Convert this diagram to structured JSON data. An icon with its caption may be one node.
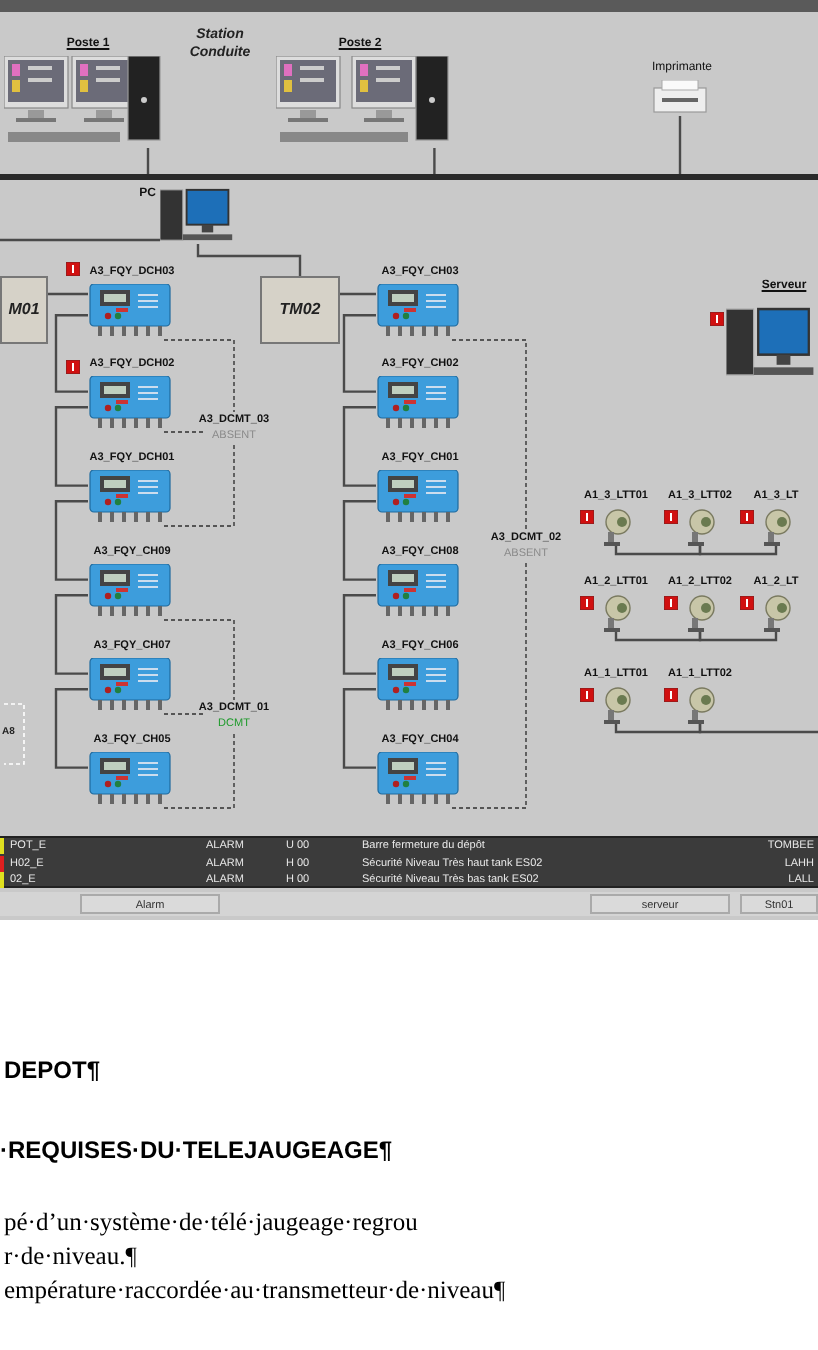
{
  "diagram": {
    "nodes": [
      {
        "text": [
          "Poste 1"
        ]
      },
      {
        "text": [
          "Poste 2"
        ]
      },
      {
        "text": [
          "Imprimante"
        ]
      },
      {
        "text": [],
        "shape": "bar"
      },
      {
        "text": [
          "PC"
        ]
      },
      {
        "text": [
          "M01"
        ]
      },
      {
        "text": [
          "TM02"
        ]
      },
      {
        "text": [
          "Serveur"
        ]
      },
      {
        "text": [
          "A3_FQY_DCH03"
        ]
      },
      {
        "text": [
          "A3_FQY_DCH02"
        ]
      },
      {
        "text": [
          "A3_FQY_DCH01"
        ]
      },
      {
        "text": [
          "A3_FQY_CH09"
        ]
      },
      {
        "text": [
          "A3_FQY_CH07"
        ]
      },
      {
        "text": [
          "A3_FQY_CH05"
        ]
      },
      {
        "text": [
          "A3_FQY_CH03"
        ]
      },
      {
        "text": [
          "A3_FQY_CH02"
        ]
      },
      {
        "text": [
          "A3_FQY_CH01"
        ]
      },
      {
        "text": [
          "A3_FQY_CH08"
        ]
      },
      {
        "text": [
          "A3_FQY_CH06"
        ]
      },
      {
        "text": [
          "A3_FQY_CH04"
        ]
      },
      {
        "text": [
          "A3_DCMT_03",
          "ABSENT"
        ]
      },
      {
        "text": [
          "A3_DCMT_01",
          "DCMT"
        ]
      },
      {
        "text": [
          "A3_DCMT_02",
          "ABSENT"
        ]
      },
      {
        "text": [
          "A1_3_LTT01"
        ]
      },
      {
        "text": [
          "A1_3_LTT02"
        ]
      },
      {
        "text": [
          "A1_3_LT"
        ]
      },
      {
        "text": [
          "A1_2_LTT01"
        ]
      },
      {
        "text": [
          "A1_2_LTT02"
        ]
      },
      {
        "text": [
          "A1_2_LT"
        ]
      },
      {
        "text": [
          "A1_1_LTT01"
        ]
      },
      {
        "text": [
          "A1_1_LTT02"
        ]
      }
    ],
    "edges": [
      {
        "from": 0,
        "to": 3,
        "arrow": "none"
      },
      {
        "from": 1,
        "to": 3,
        "arrow": "none"
      },
      {
        "from": 2,
        "to": 3,
        "arrow": "none"
      },
      {
        "from": 4,
        "to": 6,
        "arrow": "none"
      },
      {
        "from": 4,
        "to": null,
        "arrow": "none"
      },
      {
        "from": 5,
        "to": 8,
        "arrow": "none"
      },
      {
        "from": 6,
        "to": 14,
        "arrow": "none"
      },
      {
        "from": 8,
        "to": 9,
        "arrow": "none"
      },
      {
        "from": 9,
        "to": 10,
        "arrow": "none"
      },
      {
        "from": 10,
        "to": 11,
        "arrow": "none"
      },
      {
        "from": 11,
        "to": 12,
        "arrow": "none"
      },
      {
        "from": 12,
        "to": 13,
        "arrow": "none"
      },
      {
        "from": 14,
        "to": 15,
        "arrow": "none"
      },
      {
        "from": 15,
        "to": 16,
        "arrow": "none"
      },
      {
        "from": 16,
        "to": 17,
        "arrow": "none"
      },
      {
        "from": 17,
        "to": 18,
        "arrow": "none"
      },
      {
        "from": 18,
        "to": 19,
        "arrow": "none"
      },
      {
        "from": 8,
        "to": 20,
        "arrow": "none",
        "style": "dashed"
      },
      {
        "from": 10,
        "to": 20,
        "arrow": "none",
        "style": "dashed"
      },
      {
        "from": 9,
        "to": 20,
        "arrow": "none",
        "style": "dashed"
      },
      {
        "from": 11,
        "to": 21,
        "arrow": "none",
        "style": "dashed"
      },
      {
        "from": 13,
        "to": 21,
        "arrow": "none",
        "style": "dashed"
      },
      {
        "from": 12,
        "to": 21,
        "arrow": "none",
        "style": "dashed"
      },
      {
        "from": 14,
        "to": 22,
        "arrow": "none",
        "style": "dashed"
      },
      {
        "from": 19,
        "to": 22,
        "arrow": "none",
        "style": "dashed"
      },
      {
        "from": 23,
        "to": 24,
        "arrow": "none"
      },
      {
        "from": 24,
        "to": 25,
        "arrow": "none"
      },
      {
        "from": 26,
        "to": 27,
        "arrow": "none"
      },
      {
        "from": 27,
        "to": 28,
        "arrow": "none"
      },
      {
        "from": 29,
        "to": 30,
        "arrow": "none"
      },
      {
        "from": 30,
        "to": null,
        "arrow": "none"
      }
    ],
    "labels": [
      "Station Conduite",
      "A8",
      "POT_E",
      "ALARM",
      "U 00",
      "Barre fermeture du dépôt",
      "TOMBEE",
      "H02_E",
      "ALARM",
      "H 00",
      "Sécurité Niveau Très haut tank ES02",
      "LAHH",
      "02_E",
      "ALARM",
      "H 00",
      "Sécurité Niveau Très bas tank ES02",
      "LALL",
      "Alarm",
      "serveur",
      "Stn01",
      "DEPOT¶",
      "·REQUISES·DU·TELEJAUGEAGE¶",
      "pé·d’un·système·de·télé·jaugeage·regrou",
      "r·de·niveau.¶",
      "empérature·raccordée·au·transmetteur·de·niveau¶"
    ]
  }
}
